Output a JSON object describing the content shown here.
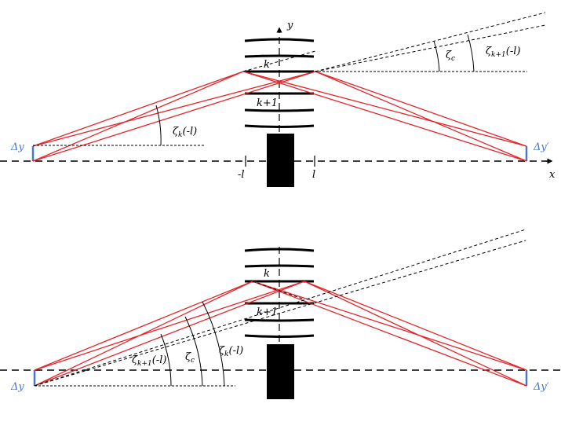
{
  "panels": {
    "top": {
      "y_axis": "y",
      "x_axis": "x",
      "crystal_k": "k",
      "crystal_k1": "k+1",
      "tick_neg": "-l",
      "tick_pos": "l",
      "source": "Δy",
      "image": "Δy′",
      "angle_k_sym": "ζ",
      "angle_k_sub": "k",
      "angle_k_arg": "(-l)",
      "angle_c_sym": "ζ",
      "angle_c_sub": "c",
      "angle_k1_sym": "ζ",
      "angle_k1_sub": "k+1",
      "angle_k1_arg": "(-l)"
    },
    "bottom": {
      "crystal_k": "k",
      "crystal_k1": "k+1",
      "source": "Δy",
      "image": "Δy′",
      "angle_k1_sym": "ζ",
      "angle_k1_sub": "k+1",
      "angle_k1_arg": "(-l)",
      "angle_c_sym": "ζ",
      "angle_c_sub": "c",
      "angle_k_sym": "ζ",
      "angle_k_sub": "k",
      "angle_k_arg": "(-l)"
    }
  },
  "colors": {
    "rays": "#e3262b",
    "source_marker": "#4a78c8",
    "lines": "#000000"
  }
}
